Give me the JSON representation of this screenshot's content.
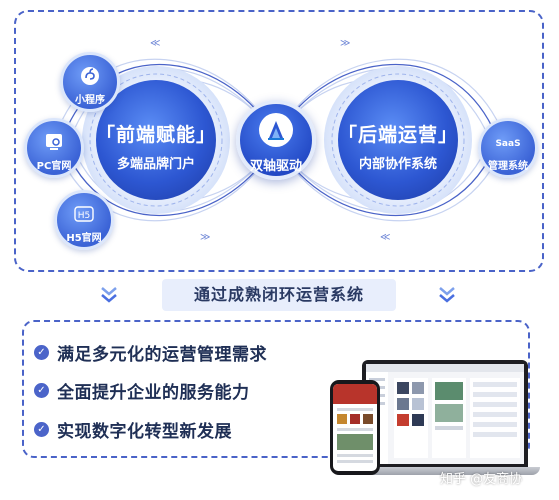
{
  "diagram": {
    "left_orb": {
      "title": "「前端赋能」",
      "subtitle": "多端品牌门户"
    },
    "right_orb": {
      "title": "「后端运营」",
      "subtitle": "内部协作系统"
    },
    "center": {
      "label": "双轴驱动"
    },
    "left_nodes": [
      {
        "label": "小程序",
        "icon": "mini-program-icon"
      },
      {
        "label": "PC官网",
        "icon": "pc-site-icon"
      },
      {
        "label": "H5官网",
        "icon": "h5-icon",
        "badge": "H5"
      }
    ],
    "right_nodes": [
      {
        "label": "管理系统",
        "icon": "saas-icon",
        "badge": "SaaS"
      }
    ]
  },
  "banner": {
    "text": "通过成熟闭环运营系统"
  },
  "benefits": [
    "满足多元化的运营管理需求",
    "全面提升企业的服务能力",
    "实现数字化转型新发展"
  ],
  "watermark": "知乎 @友商协",
  "colors": {
    "primary": "#3b63d6",
    "dashed_border": "#4a63c8",
    "banner_bg": "#e8eefc",
    "text_dark": "#1f2f55"
  }
}
